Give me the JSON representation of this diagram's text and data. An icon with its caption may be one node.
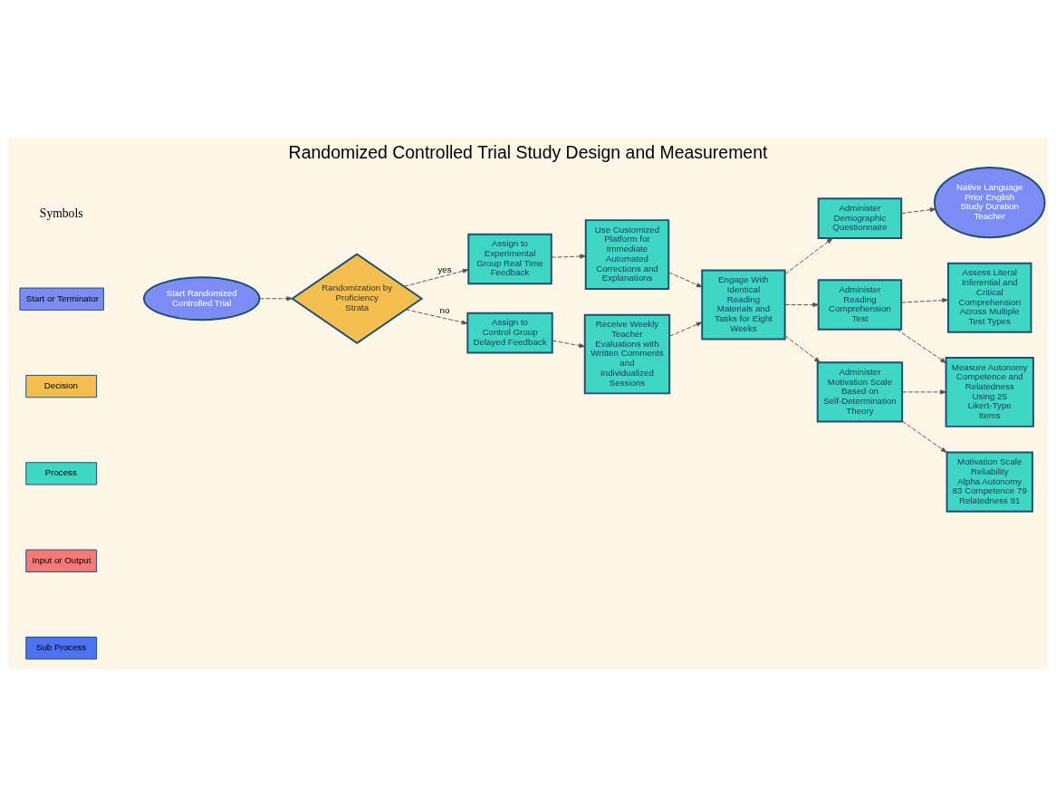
{
  "diagram": {
    "title": "Randomized Controlled Trial Study Design and Measurement",
    "nodes": [
      {
        "text": [
          "Start Randomized Controlled Trial"
        ]
      },
      {
        "text": [
          "Randomization by Proficiency Strata"
        ]
      },
      {
        "text": [
          "Assign to Experimental Group Real Time Feedback"
        ]
      },
      {
        "text": [
          "Assign to Control Group Delayed Feedback"
        ]
      },
      {
        "text": [
          "Use Customized Platform for Immediate Automated Corrections and Explanations"
        ]
      },
      {
        "text": [
          "Receive Weekly Teacher Evaluations with Written Comments and Individualized Sessions"
        ]
      },
      {
        "text": [
          "Engage With Identical Reading Materials and Tasks for Eight Weeks"
        ]
      },
      {
        "text": [
          "Administer Demographic Questionnaire"
        ]
      },
      {
        "text": [
          "Native Language Prior English Study Duration Teacher"
        ]
      },
      {
        "text": [
          "Administer Reading Comprehension Test"
        ]
      },
      {
        "text": [
          "Assess Literal Inferential and Critical Comprehension Across Multiple Test Types"
        ]
      },
      {
        "text": [
          "Administer Motivation Scale Based on Self-Determination Theory"
        ]
      },
      {
        "text": [
          "Measure Autonomy Competence and Relatedness Using 25 Likert-Type Items"
        ]
      },
      {
        "text": [
          "Motivation Scale Reliability Alpha Autonomy 83 Competence 79 Relatedness 81"
        ]
      }
    ],
    "edges": [
      {
        "from": 0,
        "to": 1,
        "arrow": "to",
        "style": "dashed"
      },
      {
        "from": 1,
        "to": 2,
        "arrow": "to",
        "style": "dashed",
        "label": "yes"
      },
      {
        "from": 1,
        "to": 3,
        "arrow": "to",
        "style": "dashed",
        "label": "no"
      },
      {
        "from": 2,
        "to": 4,
        "arrow": "to",
        "style": "dashed"
      },
      {
        "from": 3,
        "to": 5,
        "arrow": "to",
        "style": "dashed"
      },
      {
        "from": 4,
        "to": 6,
        "arrow": "to",
        "style": "dashed"
      },
      {
        "from": 5,
        "to": 6,
        "arrow": "to",
        "style": "dashed"
      },
      {
        "from": 6,
        "to": 7,
        "arrow": "to",
        "style": "dashed"
      },
      {
        "from": 7,
        "to": 8,
        "arrow": "to",
        "style": "dashed"
      },
      {
        "from": 6,
        "to": 9,
        "arrow": "to",
        "style": "dashed"
      },
      {
        "from": 9,
        "to": 10,
        "arrow": "to",
        "style": "dashed"
      },
      {
        "from": 6,
        "to": 11,
        "arrow": "to",
        "style": "dashed"
      },
      {
        "from": 9,
        "to": 12,
        "arrow": "to",
        "style": "dashed"
      },
      {
        "from": 11,
        "to": 12,
        "arrow": "to",
        "style": "dashed"
      },
      {
        "from": 11,
        "to": 13,
        "arrow": "to",
        "style": "dashed"
      }
    ],
    "labels": [
      "Symbols"
    ],
    "legend": [
      {
        "text": "Start or Terminator",
        "color": "#7b8cf5"
      },
      {
        "text": "Decision",
        "color": "#f5bf4f"
      },
      {
        "text": "Process",
        "color": "#3fd6c4"
      },
      {
        "text": "Input or Output",
        "color": "#f87878"
      },
      {
        "text": "Sub Process",
        "color": "#4a72f2"
      }
    ]
  }
}
